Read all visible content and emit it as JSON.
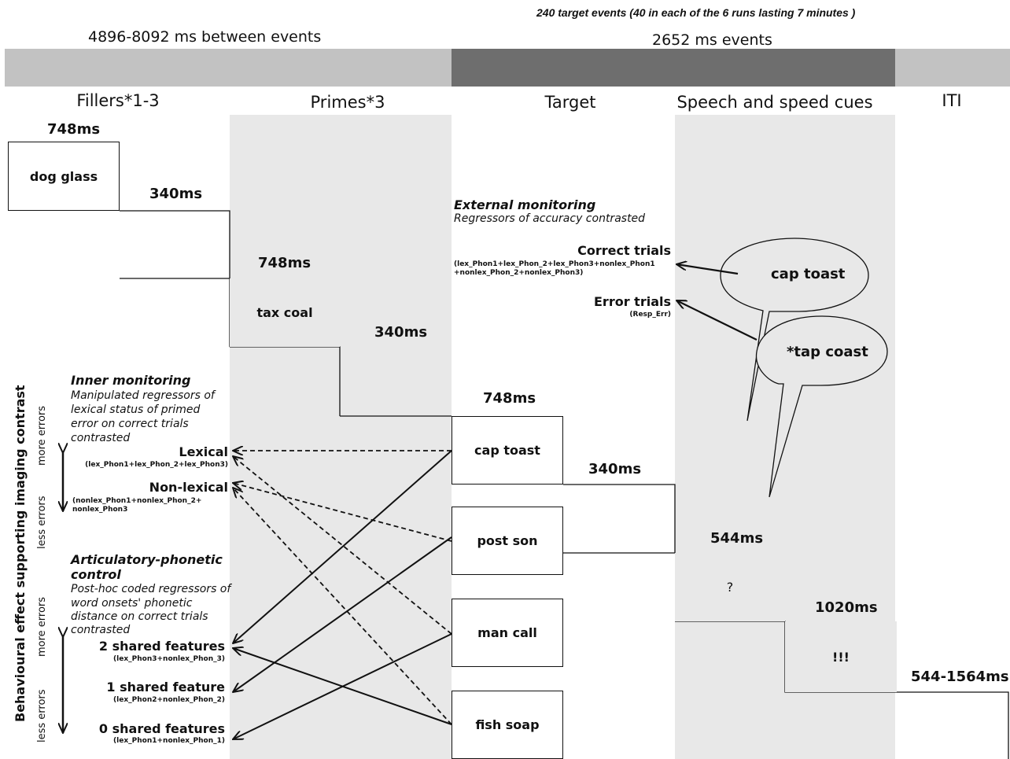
{
  "header": {
    "top_note": "240 target events (40 in each of the 6 runs lasting 7 minutes )",
    "between": "4896-8092 ms between events",
    "events": "2652 ms events"
  },
  "columns": {
    "fillers": "Fillers*1-3",
    "primes": "Primes*3",
    "target": "Target",
    "speech": "Speech and speed cues",
    "iti": "ITI"
  },
  "steps": {
    "dog_glass": "dog glass",
    "tax_coal": "tax coal",
    "cap_toast": "cap toast",
    "post_son": "post son",
    "man_call": "man call",
    "fish_soap": "fish soap",
    "question": "?",
    "bang": "!!!"
  },
  "durations": {
    "d1": "748ms",
    "d2": "340ms",
    "d3": "748ms",
    "d4": "340ms",
    "d5": "748ms",
    "d6": "340ms",
    "d7": "544ms",
    "d8": "1020ms",
    "d9": "544-1564ms"
  },
  "external": {
    "title": "External monitoring",
    "desc": "Regressors of accuracy contrasted",
    "correct_label": "Correct trials",
    "correct_sub1": "(lex_Phon1+lex_Phon_2+lex_Phon3+nonlex_Phon1",
    "correct_sub2": "+nonlex_Phon_2+nonlex_Phon3)",
    "error_label": "Error trials",
    "error_sub": "(Resp_Err)"
  },
  "bubbles": {
    "b1": "cap toast",
    "b2": "*tap coast"
  },
  "inner": {
    "title": "Inner monitoring",
    "desc1": "Manipulated regressors of",
    "desc2": "lexical status of primed",
    "desc3": "error on correct trials",
    "desc4": "contrasted",
    "lexical": "Lexical",
    "lexical_sub": "(lex_Phon1+lex_Phon_2+lex_Phon3)",
    "nonlexical": "Non-lexical",
    "nonlexical_sub1": "(nonlex_Phon1+nonlex_Phon_2+",
    "nonlexical_sub2": "nonlex_Phon3"
  },
  "artic": {
    "title1": "Articulatory-phonetic",
    "title2": "control",
    "desc1": "Post-hoc coded regressors of",
    "desc2": "word onsets' phonetic",
    "desc3": "distance on correct trials",
    "desc4": "contrasted",
    "f2": "2 shared features",
    "f2_sub": "(lex_Phon3+nonlex_Phon_3)",
    "f1": "1 shared feature",
    "f1_sub": "(lex_Phon2+nonlex_Phon_2)",
    "f0": "0 shared features",
    "f0_sub": "(lex_Phon1+nonlex_Phon_1)"
  },
  "side": {
    "main": "Behavioural effect supporting imaging contrast",
    "more_errors_1": "more errors",
    "less_errors_1": "less errors",
    "more_errors_2": "more errors",
    "less_errors_2": "less errors"
  }
}
